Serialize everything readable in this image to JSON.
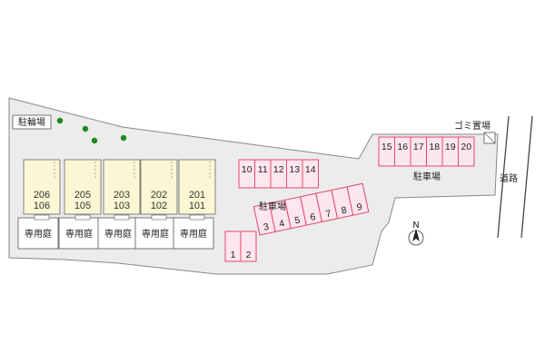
{
  "labels": {
    "bicycle_parking": "駐輪場",
    "garbage": "ゴミ置場",
    "parking_center": "駐車場",
    "parking_right": "駐車場",
    "road": "道路",
    "north": "N"
  },
  "units": [
    {
      "upper": "206",
      "lower": "106",
      "garden": "専用庭"
    },
    {
      "upper": "205",
      "lower": "105",
      "garden": "専用庭"
    },
    {
      "upper": "203",
      "lower": "103",
      "garden": "専用庭"
    },
    {
      "upper": "202",
      "lower": "102",
      "garden": "専用庭"
    },
    {
      "upper": "201",
      "lower": "101",
      "garden": "専用庭"
    }
  ],
  "parking_row_upper_mid": [
    "10",
    "11",
    "12",
    "13",
    "14"
  ],
  "parking_row_upper_right": [
    "15",
    "16",
    "17",
    "18",
    "19",
    "20"
  ],
  "parking_bottom_left": [
    "1",
    "2"
  ],
  "parking_diagonal": [
    "3",
    "4",
    "5",
    "6",
    "7",
    "8",
    "9"
  ],
  "colors": {
    "ground": "#ececec",
    "building": "#fbf7d4",
    "parking_fill": "#fde6ee",
    "parking_stroke": "#e24a6a",
    "tree": "#1d8a1d"
  }
}
